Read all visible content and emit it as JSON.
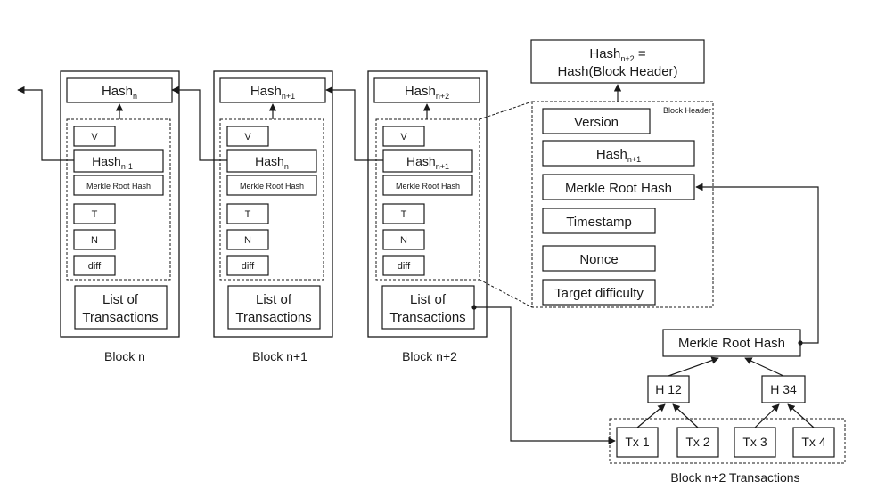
{
  "header_bits": {
    "v": "V",
    "merkle": "Merkle Root Hash",
    "t": "T",
    "n": "N",
    "diff": "diff"
  },
  "hash_base": "Hash",
  "tx_list_lines": [
    "List of",
    "Transactions"
  ],
  "blocks": [
    {
      "caption": "Block n",
      "hash_sub": "n",
      "prev_sub": "n-1"
    },
    {
      "caption": "Block n+1",
      "hash_sub": "n+1",
      "prev_sub": "n"
    },
    {
      "caption": "Block n+2",
      "hash_sub": "n+2",
      "prev_sub": "n+1"
    }
  ],
  "hash_formula": {
    "line1_base": "Hash",
    "line1_sub": "n+2",
    "line1_suffix": " =",
    "line2": "Hash(Block Header)"
  },
  "block_header": {
    "label": "Block Header",
    "fields": {
      "version": "Version",
      "prev_hash_base": "Hash",
      "prev_hash_sub": "n+1",
      "merkle": "Merkle Root Hash",
      "timestamp": "Timestamp",
      "nonce": "Nonce",
      "target": "Target difficulty"
    }
  },
  "merkle_tree": {
    "root": "Merkle Root Hash",
    "h12": "H 12",
    "h34": "H 34",
    "txs": [
      "Tx 1",
      "Tx 2",
      "Tx 3",
      "Tx 4"
    ],
    "caption": "Block n+2 Transactions"
  }
}
